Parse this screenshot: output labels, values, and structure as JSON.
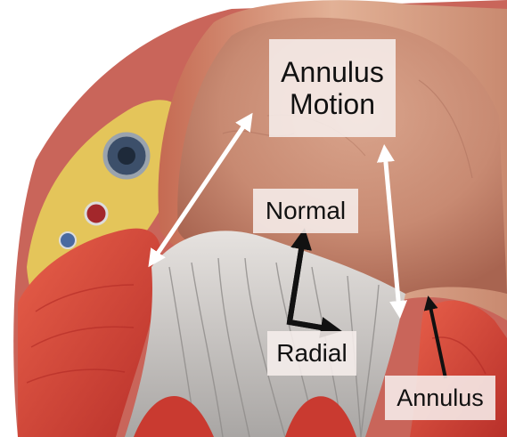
{
  "labels": {
    "annulus_motion": "Annulus\nMotion",
    "normal": "Normal",
    "radial": "Radial",
    "annulus": "Annulus"
  },
  "colors": {
    "myocardium": "#d9463a",
    "atrium_wall": "#d9a78c",
    "atrium_interior": "#c98d77",
    "chordae": "#c9c6c4",
    "fat": "#e7c95a",
    "motion_arrow": "#ffffff",
    "direction_arrow": "#111111"
  }
}
